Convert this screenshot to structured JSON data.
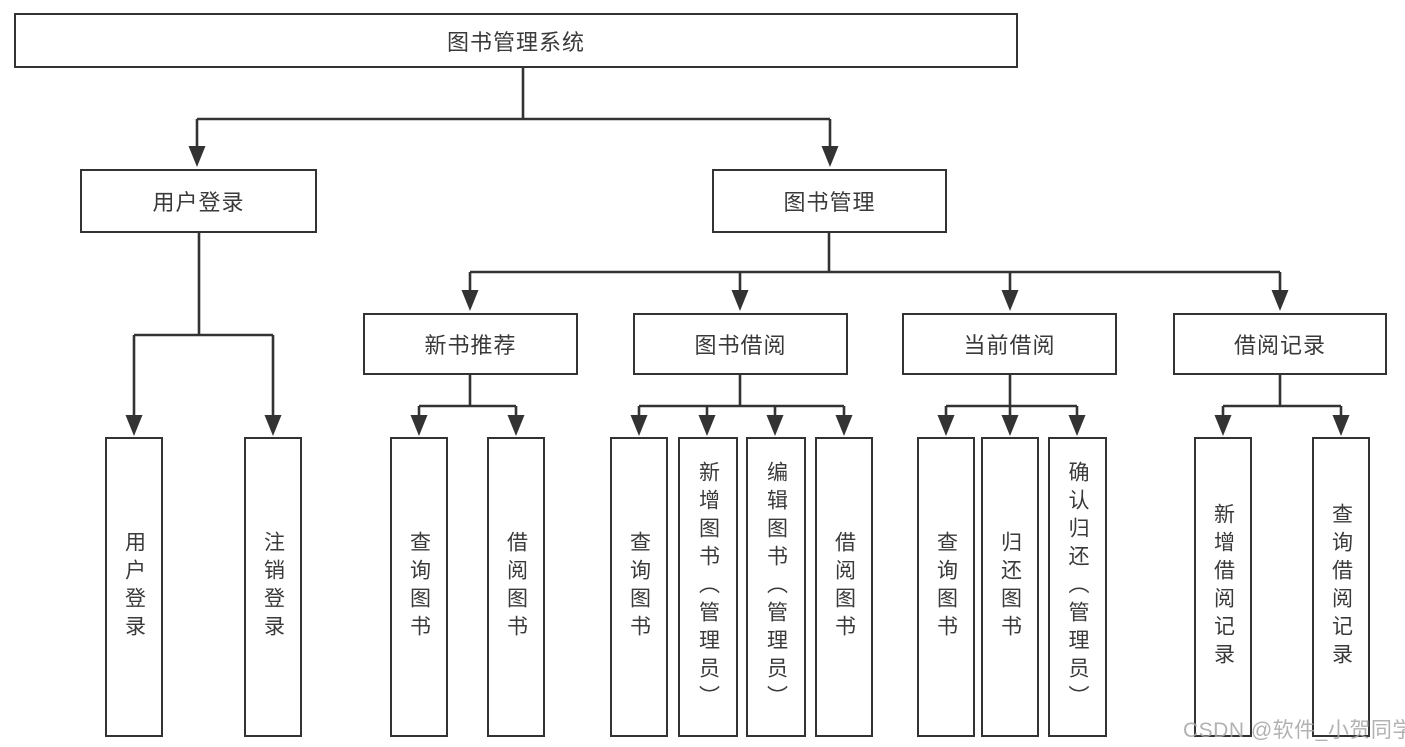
{
  "diagram": {
    "title": "图书管理系统",
    "watermark": "CSDN @软件_小贺同学",
    "colors": {
      "line": "#333333",
      "ink": "#3a3a3a",
      "paper": "#ffffff",
      "watermark": "#a8a8a8"
    },
    "nodes": {
      "root": {
        "label": "图书管理系统"
      },
      "user_login": {
        "label": "用户登录"
      },
      "book_mgmt": {
        "label": "图书管理"
      },
      "new_book_rec": {
        "label": "新书推荐"
      },
      "book_borrow": {
        "label": "图书借阅"
      },
      "current_borrow": {
        "label": "当前借阅"
      },
      "borrow_records": {
        "label": "借阅记录"
      },
      "leaf_user_login": {
        "label": "用户登录"
      },
      "leaf_logout": {
        "label": "注销登录"
      },
      "nb_query_book": {
        "label": "查询图书"
      },
      "nb_borrow_book": {
        "label": "借阅图书"
      },
      "bb_query_book": {
        "label": "查询图书"
      },
      "bb_add_book": {
        "label": "新增图书（管理员）"
      },
      "bb_edit_book": {
        "label": "编辑图书（管理员）"
      },
      "bb_borrow_book": {
        "label": "借阅图书"
      },
      "cb_query_book": {
        "label": "查询图书"
      },
      "cb_return_book": {
        "label": "归还图书"
      },
      "cb_confirm_return": {
        "label": "确认归还（管理员）"
      },
      "br_add_record": {
        "label": "新增借阅记录"
      },
      "br_query_record": {
        "label": "查询借阅记录"
      }
    },
    "hierarchy": {
      "label": "图书管理系统",
      "children": [
        {
          "label": "用户登录",
          "children": [
            "用户登录",
            "注销登录"
          ]
        },
        {
          "label": "图书管理",
          "children": [
            {
              "label": "新书推荐",
              "children": [
                "查询图书",
                "借阅图书"
              ]
            },
            {
              "label": "图书借阅",
              "children": [
                "查询图书",
                "新增图书（管理员）",
                "编辑图书（管理员）",
                "借阅图书"
              ]
            },
            {
              "label": "当前借阅",
              "children": [
                "查询图书",
                "归还图书",
                "确认归还（管理员）"
              ]
            },
            {
              "label": "借阅记录",
              "children": [
                "新增借阅记录",
                "查询借阅记录"
              ]
            }
          ]
        }
      ]
    }
  }
}
